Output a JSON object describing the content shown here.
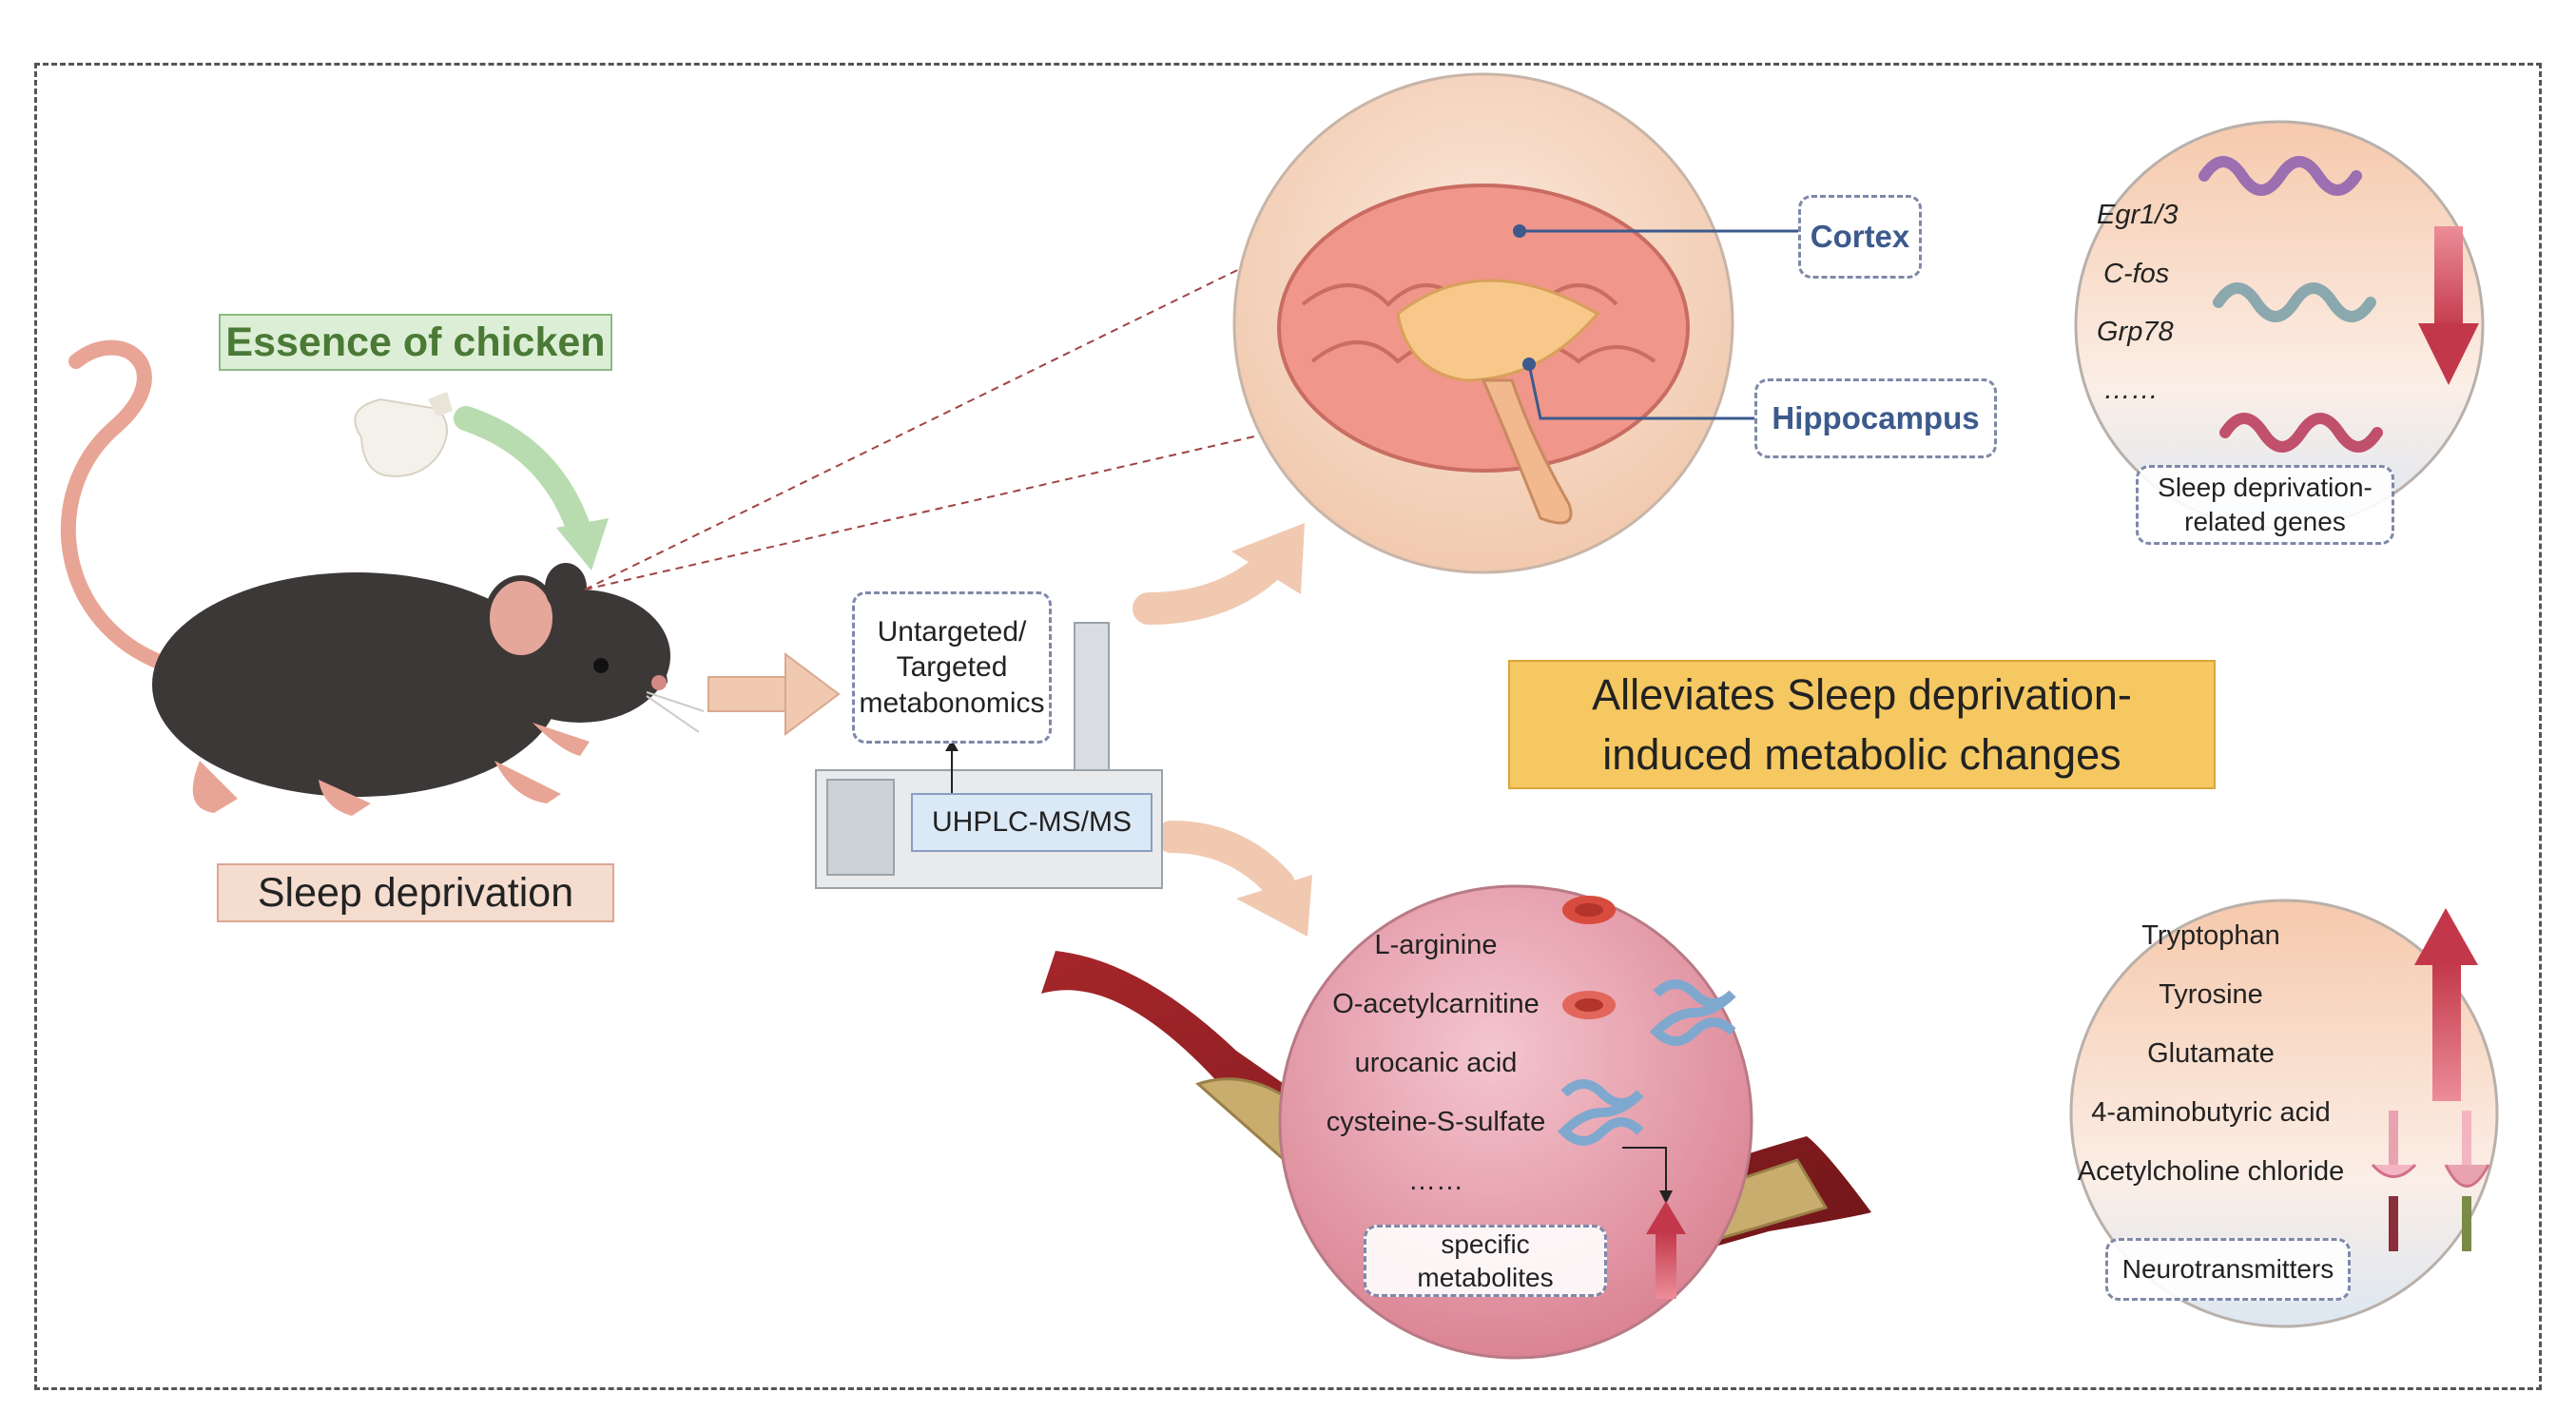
{
  "essence_label": "Essence of chicken",
  "sleep_label": "Sleep deprivation",
  "analysis": {
    "method_label": "Untargeted/\nTargeted\nmetabonomics",
    "instrument_label": "UHPLC-MS/MS"
  },
  "brain": {
    "cortex_label": "Cortex",
    "hippocampus_label": "Hippocampus"
  },
  "genes": {
    "items": [
      "Egr1/3",
      "C-fos",
      "Grp78",
      "……"
    ],
    "caption": "Sleep deprivation-\nrelated genes",
    "trend": "down"
  },
  "outcome_label": "Alleviates  Sleep deprivation-\ninduced metabolic changes",
  "blood": {
    "metabolites": [
      "L-arginine",
      "O-acetylcarnitine",
      "urocanic acid",
      "cysteine-S-sulfate",
      "……"
    ],
    "caption": "specific\nmetabolites",
    "trend": "up"
  },
  "neurotransmitters": {
    "items": [
      "Tryptophan",
      "Tyrosine",
      "Glutamate",
      "4-aminobutyric acid",
      "Acetylcholine chloride"
    ],
    "caption": "Neurotransmitters",
    "trend": "up"
  },
  "colors": {
    "arrow_red": "#d9596a",
    "flow_arrow": "#f0c9b0",
    "highlight": "#f5c862"
  }
}
